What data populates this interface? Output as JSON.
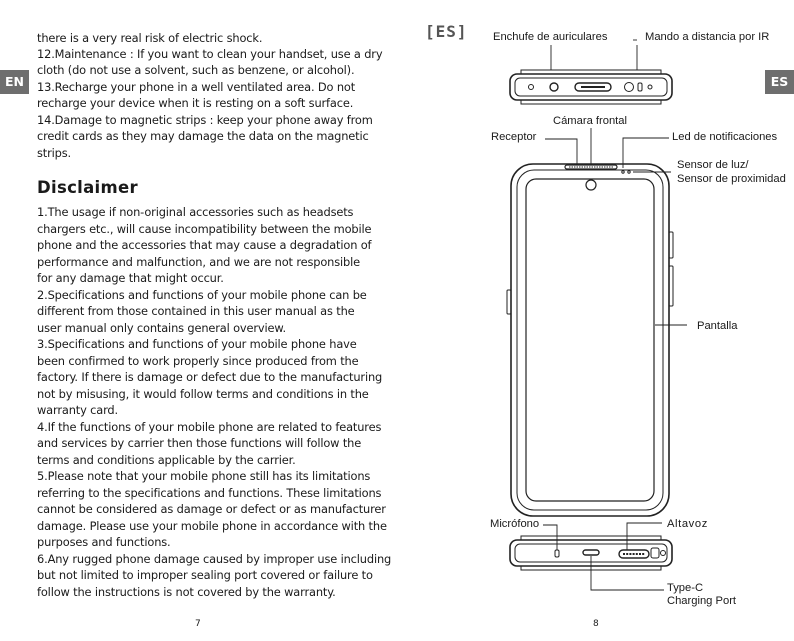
{
  "left_page": {
    "tab": "EN",
    "intro_lines": [
      "there is a very real risk of electric shock.",
      "12.Maintenance : If you want to clean your handset, use a dry",
      "cloth (do not use a solvent, such as benzene, or alcohol).",
      "13.Recharge your phone in a well ventilated area. Do not",
      "recharge your device when it is resting on a soft surface.",
      "14.Damage to magnetic strips : keep your phone away from",
      "credit cards as they may damage the data on the magnetic",
      "strips."
    ],
    "heading": "Disclaimer",
    "body_lines": [
      "1.The usage if non-original accessories such as headsets",
      "chargers etc., will cause incompatibility between the mobile",
      "phone and the accessories that may cause a degradation of",
      "performance and malfunction, and we are not responsible",
      "for any damage that might occur.",
      "2.Specifications and functions of your mobile phone can be",
      "different from those contained in this user manual as the",
      "user manual only contains general overview.",
      "3.Specifications and functions of your mobile phone have",
      "been confirmed to work properly since produced from the",
      "factory. If there is damage or defect due to the manufacturing",
      "not by misusing, it would follow terms and conditions in the",
      "warranty card.",
      "4.If the functions of your mobile phone are related to features",
      "and services by carrier then those functions will follow the",
      "terms and conditions applicable by the carrier.",
      "5.Please note that your mobile phone still has its limitations",
      "referring to the specifications and functions. These limitations",
      "cannot be considered as damage or defect or as manufacturer",
      "damage. Please use your mobile phone in accordance with the",
      "purposes and functions.",
      "6.Any rugged phone damage caused by improper use including",
      "but not limited to improper sealing port covered or failure to",
      "follow the instructions is not covered by the warranty."
    ],
    "page_number": "7"
  },
  "right_page": {
    "header": "[ES]",
    "tab": "ES",
    "labels": {
      "headphone_jack": "Enchufe de auriculares",
      "ir_remote": "Mando a distancia por IR",
      "front_camera": "Cámara frontal",
      "receiver": "Receptor",
      "notification_led": "Led de notificaciones",
      "light_sensor": "Sensor de luz/",
      "proximity_sensor": "Sensor de proximidad",
      "screen": "Pantalla",
      "microphone": "Micrófono",
      "speaker": "Altavoz",
      "type_c_1": "Type-C",
      "type_c_2": "Charging Port"
    },
    "page_number": "8"
  }
}
